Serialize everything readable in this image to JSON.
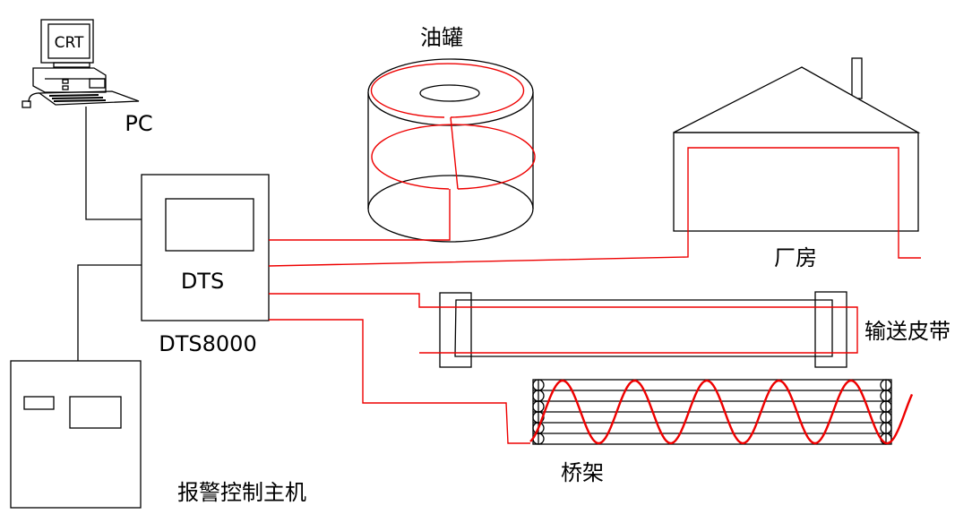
{
  "labels": {
    "pc": "PC",
    "crt": "CRT",
    "dts_screen": "DTS",
    "dts_model": "DTS8000",
    "oil_tank": "油罐",
    "factory": "厂房",
    "conveyor": "输送皮带",
    "bridge": "桥架",
    "alarm_host": "报警控制主机"
  },
  "colors": {
    "cable": "#e00000",
    "outline": "#000000"
  }
}
